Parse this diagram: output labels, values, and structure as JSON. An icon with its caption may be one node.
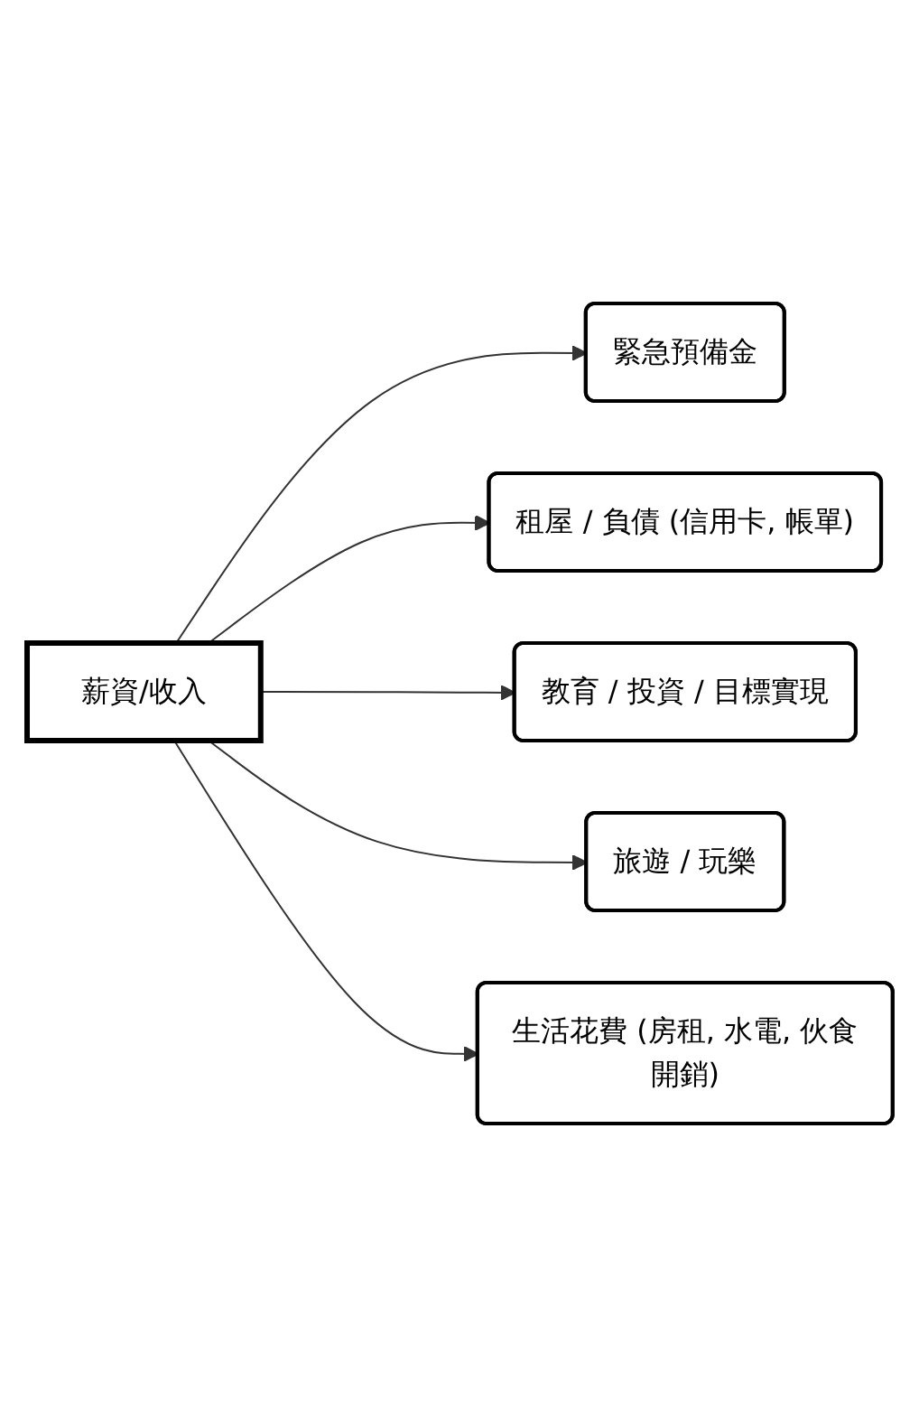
{
  "diagram": {
    "nodes": [
      {
        "text": [
          "薪資/收入"
        ]
      },
      {
        "text": [
          "緊急預備金"
        ]
      },
      {
        "text": [
          "租屋 / 負債 (信用卡, 帳單)"
        ]
      },
      {
        "text": [
          "教育 / 投資 / 目標實現"
        ]
      },
      {
        "text": [
          "旅遊 / 玩樂"
        ]
      },
      {
        "text": [
          "生活花費 (房租, 水電, 伙食開銷)"
        ]
      }
    ],
    "edges": [
      {
        "from": 0,
        "to": 1,
        "arrow": "to"
      },
      {
        "from": 0,
        "to": 2,
        "arrow": "to"
      },
      {
        "from": 0,
        "to": 3,
        "arrow": "to"
      },
      {
        "from": 0,
        "to": 4,
        "arrow": "to"
      },
      {
        "from": 0,
        "to": 5,
        "arrow": "to"
      }
    ]
  }
}
